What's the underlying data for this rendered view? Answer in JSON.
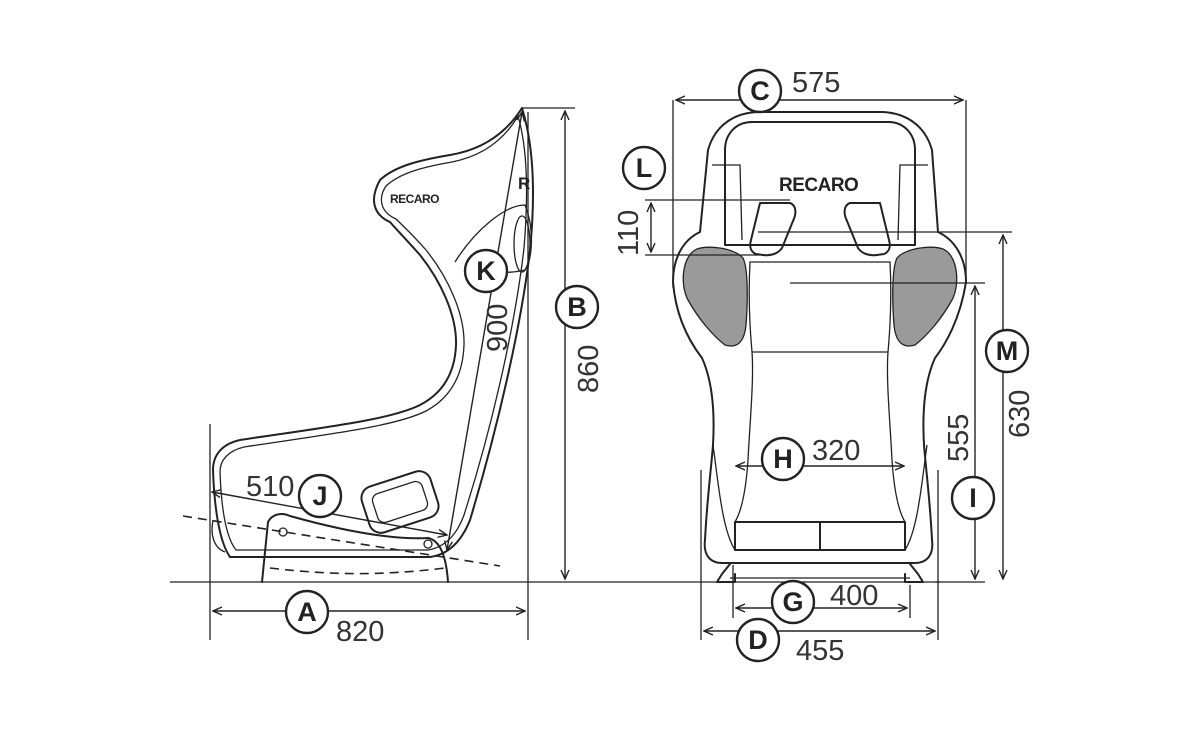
{
  "brand": {
    "front": "RECARO",
    "side": "RECARO",
    "side_partial": "R"
  },
  "dimensions": {
    "A": {
      "letter": "A",
      "value": "820"
    },
    "B": {
      "letter": "B",
      "value": "860"
    },
    "C": {
      "letter": "C",
      "value": "575"
    },
    "D": {
      "letter": "D",
      "value": "455"
    },
    "G": {
      "letter": "G",
      "value": "400"
    },
    "H": {
      "letter": "H",
      "value": "320"
    },
    "I": {
      "letter": "I",
      "value": "555"
    },
    "J": {
      "letter": "J",
      "value": "510"
    },
    "K": {
      "letter": "K",
      "value": "900"
    },
    "L": {
      "letter": "L",
      "value": "110"
    },
    "M": {
      "letter": "M",
      "value": "630"
    }
  },
  "colors": {
    "ink": "#222222",
    "pad": "#9a9a9a",
    "background": "#ffffff"
  }
}
